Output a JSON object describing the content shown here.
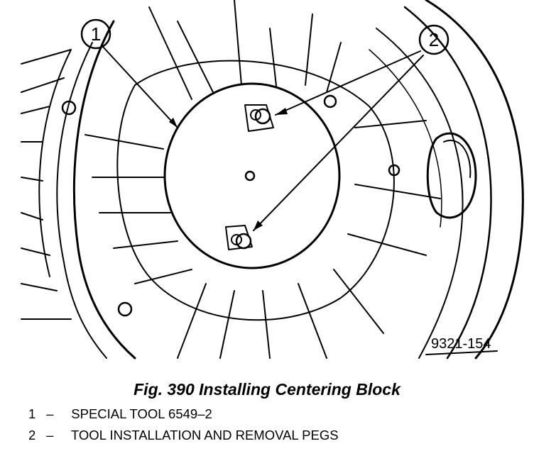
{
  "callouts": [
    "1",
    "2"
  ],
  "ref_code": "9321-154",
  "caption": "Fig. 390 Installing Centering Block",
  "legend": [
    {
      "num": "1",
      "dash": "–",
      "text": "SPECIAL TOOL 6549–2"
    },
    {
      "num": "2",
      "dash": "–",
      "text": "TOOL INSTALLATION AND REMOVAL PEGS"
    }
  ]
}
